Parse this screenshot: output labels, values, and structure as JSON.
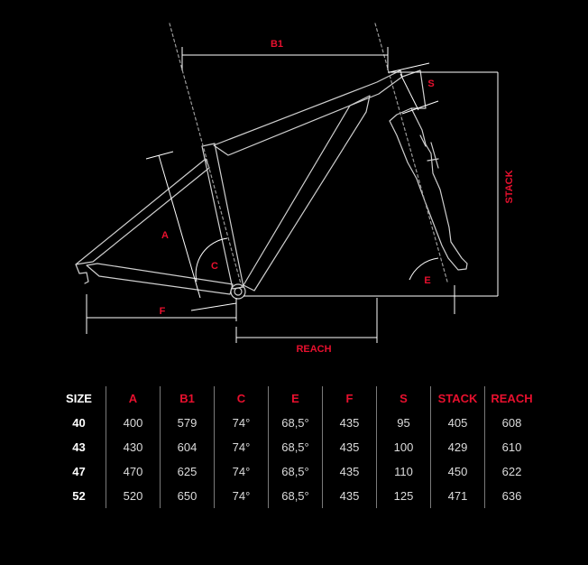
{
  "diagram": {
    "labels": {
      "b1": "B1",
      "s": "S",
      "stack": "STACK",
      "a": "A",
      "c": "C",
      "e": "E",
      "f": "F",
      "reach": "REACH"
    },
    "colors": {
      "frame": "#cfcfcf",
      "dimension": "#ffffff",
      "accent": "#e8102e"
    }
  },
  "table": {
    "headers": [
      "SIZE",
      "A",
      "B1",
      "C",
      "E",
      "F",
      "S",
      "STACK",
      "REACH"
    ],
    "rows": [
      [
        "40",
        "400",
        "579",
        "74°",
        "68,5°",
        "435",
        "95",
        "405",
        "608"
      ],
      [
        "43",
        "430",
        "604",
        "74°",
        "68,5°",
        "435",
        "100",
        "429",
        "610"
      ],
      [
        "47",
        "470",
        "625",
        "74°",
        "68,5°",
        "435",
        "110",
        "450",
        "622"
      ],
      [
        "52",
        "520",
        "650",
        "74°",
        "68,5°",
        "435",
        "125",
        "471",
        "636"
      ]
    ]
  }
}
